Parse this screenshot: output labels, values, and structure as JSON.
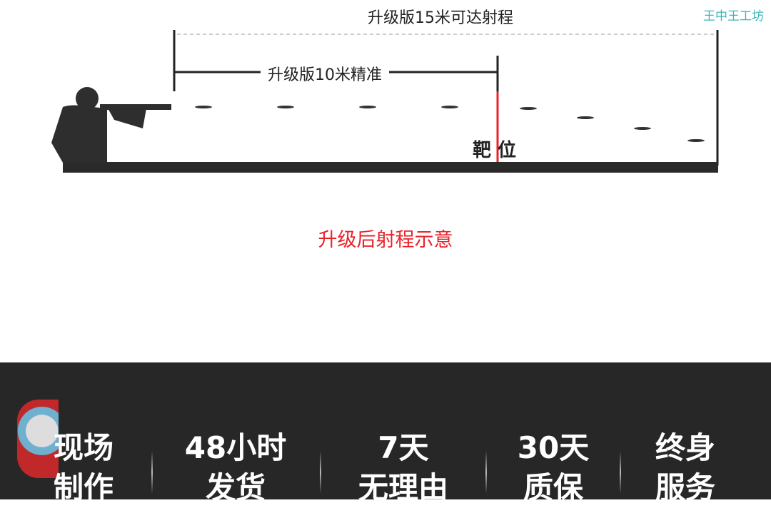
{
  "brand": "王中王工坊",
  "diagram": {
    "range15": "升级版15米可达射程",
    "range10": "升级版10米精准",
    "target": "靶 位",
    "caption": "升级后射程示意"
  },
  "features": [
    {
      "line1": "现场",
      "line2": "制作"
    },
    {
      "line1": "48小时",
      "line2": "发货"
    },
    {
      "line1": "7天",
      "line2": "无理由"
    },
    {
      "line1": "30天",
      "line2": "质保"
    },
    {
      "line1": "终身",
      "line2": "服务"
    }
  ],
  "colors": {
    "accent": "#e8232a",
    "band": "#272727",
    "brand": "#3cb6b8"
  }
}
